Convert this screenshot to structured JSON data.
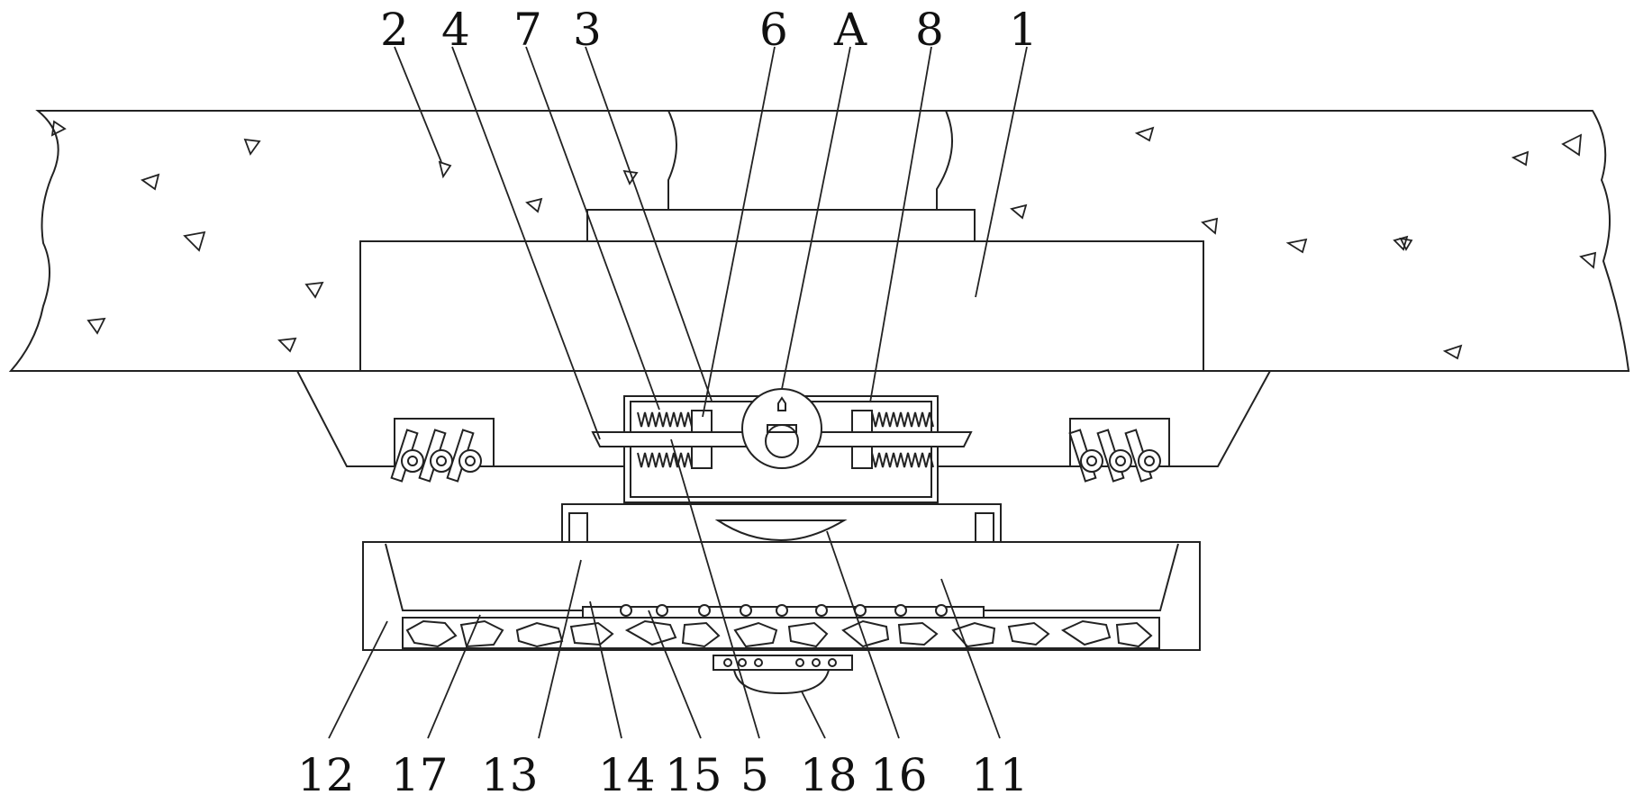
{
  "figure": {
    "top_labels": [
      "2",
      "4",
      "7",
      "3",
      "6",
      "A",
      "8",
      "1"
    ],
    "bottom_labels": [
      "12",
      "17",
      "13",
      "14",
      "15",
      "5",
      "18",
      "16",
      "11"
    ]
  },
  "colors": {
    "line": "#222222",
    "background": "#ffffff"
  }
}
